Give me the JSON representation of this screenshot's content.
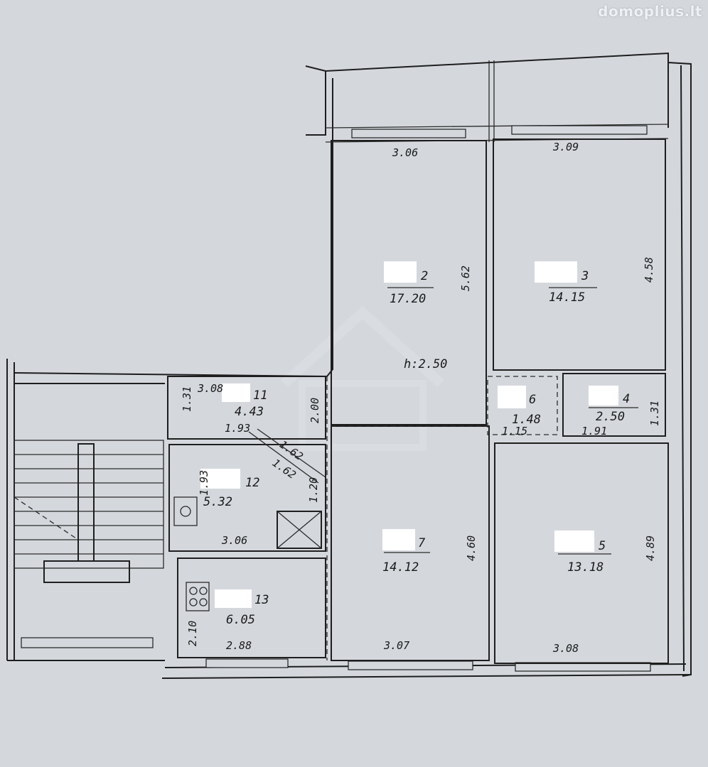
{
  "watermark": "domoplius.lt",
  "ceiling_height": "h:2.50",
  "rooms": [
    {
      "id": "room-2",
      "number": "2",
      "area": "17.20"
    },
    {
      "id": "room-3",
      "number": "3",
      "area": "14.15"
    },
    {
      "id": "room-11",
      "number": "11",
      "area": "4.43"
    },
    {
      "id": "room-6",
      "number": "6",
      "area": "1.48"
    },
    {
      "id": "room-4",
      "number": "4",
      "area": "2.50"
    },
    {
      "id": "room-12",
      "number": "12",
      "area": "5.32"
    },
    {
      "id": "room-7",
      "number": "7",
      "area": "14.12"
    },
    {
      "id": "room-5",
      "number": "5",
      "area": "13.18"
    },
    {
      "id": "room-13",
      "number": "13",
      "area": "6.05"
    }
  ],
  "dimensions": {
    "room2_width": "3.06",
    "room2_length": "5.62",
    "room3_width": "3.09",
    "room3_length": "4.58",
    "room11_width": "3.08",
    "room11_depth": "1.31",
    "room11_diag": "1.93",
    "corridor_width": "2.00",
    "corridor_d1": "1.62",
    "corridor_d2": "1.62",
    "corridor_d3": "1.20",
    "room12_depth": "1.93",
    "room12_width": "3.06",
    "room6_width": "1.15",
    "room4_width": "1.91",
    "room4_depth": "1.31",
    "room7_length": "4.60",
    "room7_width": "3.07",
    "room5_length": "4.89",
    "room5_width": "3.08",
    "room13_depth": "2.10",
    "room13_width": "2.88"
  }
}
